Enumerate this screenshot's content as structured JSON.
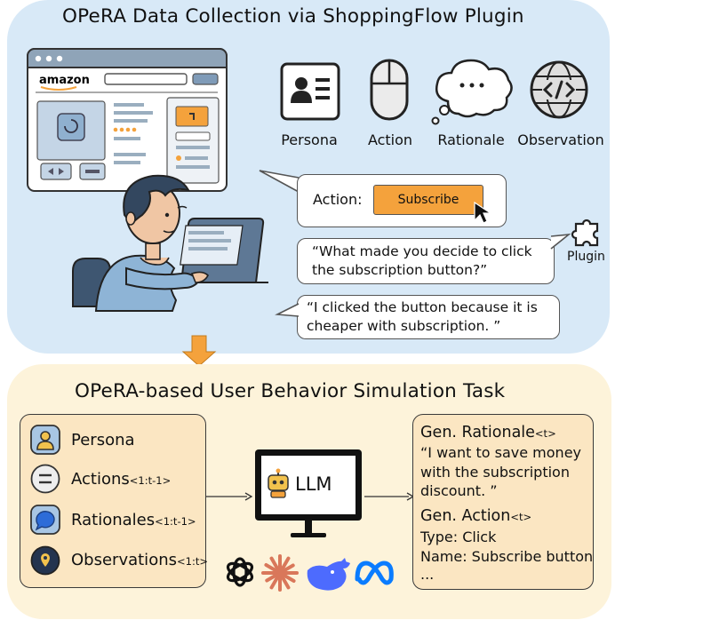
{
  "top": {
    "title": "OPeRA Data Collection via ShoppingFlow Plugin",
    "browser_logo": "amazon",
    "icons": [
      {
        "label": "Persona",
        "icon": "persona-card-icon"
      },
      {
        "label": "Action",
        "icon": "mouse-icon"
      },
      {
        "label": "Rationale",
        "icon": "thought-bubble-icon"
      },
      {
        "label": "Observation",
        "icon": "code-globe-icon"
      }
    ],
    "action_bubble": {
      "label": "Action:",
      "button": "Subscribe"
    },
    "question": "“What made you decide to click the subscription button?”",
    "answer": "“I clicked the button because it is cheaper with subscription. ”",
    "plugin_label": "Plugin"
  },
  "bottom": {
    "title": "OPeRA-based User Behavior Simulation Task",
    "inputs": [
      {
        "label": "Persona",
        "sub": ""
      },
      {
        "label": "Actions",
        "sub": "<1:t-1>"
      },
      {
        "label": "Rationales",
        "sub": "<1:t-1>"
      },
      {
        "label": "Observations",
        "sub": "<1:t>"
      }
    ],
    "llm_label": "LLM",
    "output": {
      "rationale_title": "Gen. Rationale",
      "rationale_sub": "<t>",
      "rationale_text": "“I want to save money with the subscription discount. ”",
      "action_title": "Gen. Action",
      "action_sub": "<t>",
      "type_line": "Type: Click",
      "name_line": "Name: Subscribe button",
      "ellipsis": "..."
    }
  },
  "colors": {
    "top_bg": "#d8e9f7",
    "bottom_bg": "#fdf3da",
    "card_bg": "#fbe6c2",
    "orange": "#f4a23c",
    "openai": "#111111",
    "claude": "#d9775a",
    "deepseek": "#4d6bfe",
    "meta": "#0a7cff"
  }
}
